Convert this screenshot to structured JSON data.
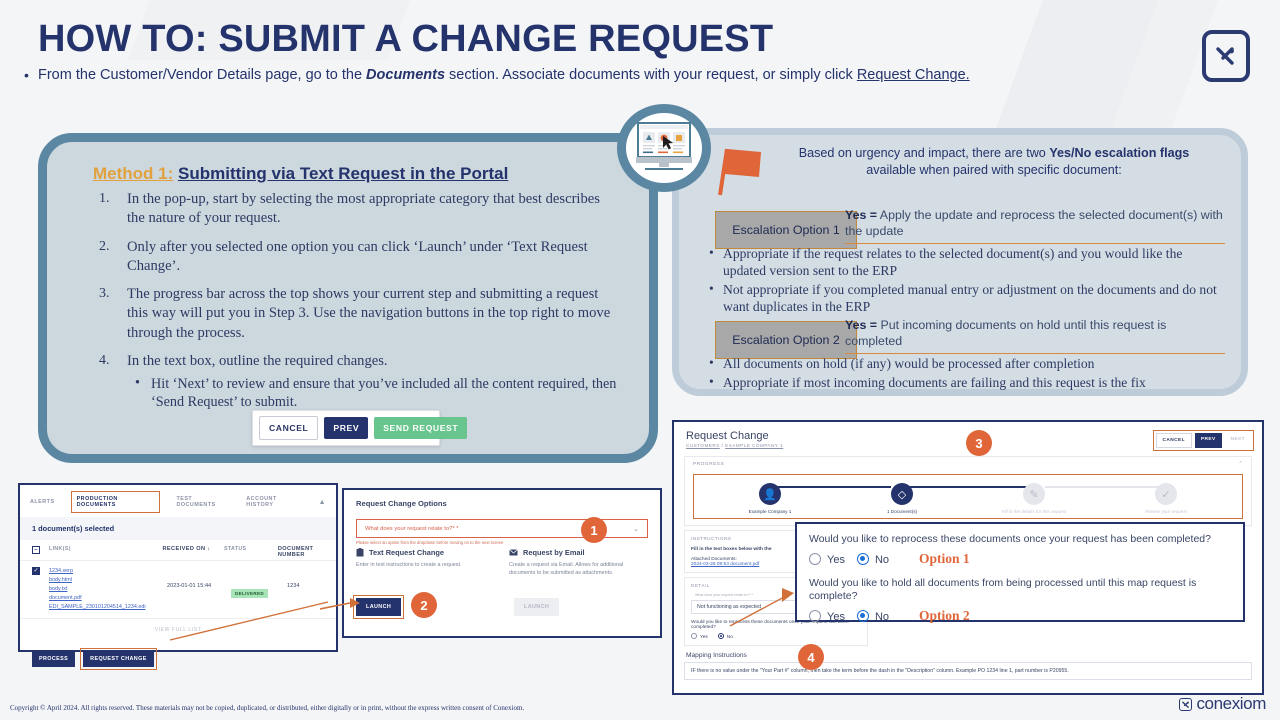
{
  "header": {
    "title": "HOW TO: SUBMIT A CHANGE REQUEST",
    "lede_part1": "From the Customer/Vendor Details page, go to the ",
    "lede_doc": "Documents",
    "lede_part2": " section. Associate documents with your request, or simply click ",
    "lede_link": "Request Change.",
    "logo_icon": "conexiom-x-icon"
  },
  "method": {
    "label": "Method 1:",
    "title": "Submitting via Text Request in the Portal",
    "steps": [
      "In the pop-up, start by selecting the most appropriate category that best describes the nature of your request.",
      "Only after you selected one option you can click ‘Launch’ under ‘Text Request Change’.",
      "The progress bar across the top shows your current step and submitting a request this way will put you in Step 3. Use the navigation buttons in the top right to move through the process.",
      "In the text box, outline the required changes."
    ],
    "substep": "Hit ‘Next’ to review and ensure that you’ve included all the content required, then ‘Send Request’ to submit."
  },
  "escalation": {
    "intro_a": "Based on urgency and impact, there are two ",
    "intro_b": "Yes/No escalation flags",
    "intro_c": " available when paired with specific document:",
    "flag_icon": "orange-flag-icon",
    "option1": {
      "box_label": "Escalation Option 1",
      "def_bold": "Yes =",
      "def_text": " Apply the update and reprocess the selected document(s) with the update",
      "bullets": [
        "Appropriate if the request relates to the selected document(s) and you would like the updated version sent to the ERP",
        "Not appropriate if you completed manual entry or adjustment on the documents and do not want duplicates in the ERP"
      ]
    },
    "option2": {
      "box_label": "Escalation Option 2",
      "def_bold": "Yes =",
      "def_text": " Put incoming documents on hold until this request is completed",
      "bullets": [
        "All documents on hold (if any) would be processed after completion",
        "Appropriate if most incoming documents are failing and this request is the fix"
      ]
    }
  },
  "nav_buttons": {
    "cancel": "CANCEL",
    "prev": "PREV",
    "send": "SEND REQUEST"
  },
  "docs_screenshot": {
    "tabs": [
      "ALERTS",
      "PRODUCTION DOCUMENTS",
      "TEST DOCUMENTS",
      "ACCOUNT HISTORY"
    ],
    "active_tab": "PRODUCTION DOCUMENTS",
    "collapse_icon": "chevron-up-icon",
    "selected_text": "1 document(s) selected",
    "columns": [
      "LINK(S)",
      "RECEIVED ON",
      "STATUS",
      "DOCUMENT NUMBER"
    ],
    "sort_icon": "sort-down-icon",
    "row": {
      "links": [
        "1234.xerp",
        "body.html",
        "body.txt",
        "document.pdf",
        "EDI_SAMPLE_230101204514_1234.edi"
      ],
      "received_on": "2023-01-01 15:44",
      "status": "DELIVERED",
      "document_number": "1234"
    },
    "view_full_list": "VIEW FULL LIST",
    "buttons": [
      "PROCESS",
      "REQUEST CHANGE"
    ]
  },
  "options_screenshot": {
    "title": "Request Change Options",
    "dropdown_value": "What does your request relate to?* *",
    "dropdown_caret": "chevron-down-icon",
    "dropdown_error": "Please select an option from the dropdown before moving on to the next screen",
    "left": {
      "icon": "clipboard-icon",
      "heading": "Text Request Change",
      "desc": "Enter in text instructions to create a request.",
      "button": "LAUNCH"
    },
    "right": {
      "icon": "envelope-icon",
      "heading": "Request by Email",
      "desc": "Create a request via Email. Allows for additional documents to be submitted as attachments.",
      "button": "LAUNCH"
    }
  },
  "request_screenshot": {
    "title": "Request Change",
    "breadcrumb_root": "CUSTOMERS",
    "breadcrumb_sep": " / ",
    "breadcrumb_leaf": "EXAMPLE COMPANY 1",
    "buttons": {
      "cancel": "CANCEL",
      "prev": "PREV",
      "next": "NEXT"
    },
    "progress_label": "PROGRESS",
    "collapse_icon": "chevron-up-icon",
    "steps": [
      {
        "icon": "user-icon",
        "caption": "Example Company 1",
        "state": "done"
      },
      {
        "icon": "layers-icon",
        "caption": "1 Document(s)",
        "state": "done"
      },
      {
        "icon": "pencil-icon",
        "caption": "Fill in the details for this request",
        "state": "pending"
      },
      {
        "icon": "check-icon",
        "caption": "Review your request",
        "state": "pending"
      }
    ],
    "instructions": {
      "header": "INSTRUCTIONS",
      "body": "Fill in the text boxes below with the",
      "attached_label": "Attached Documents:",
      "attached_file": "2024-03-26 09:53 document.pdf"
    },
    "detail": {
      "header": "DETAIL",
      "select_label": "What does your request relate to?* *",
      "select_value": "Not functioning as expected",
      "select_caret": "chevron-down-icon",
      "question": "Would you like to reprocess these documents once your request has been completed?",
      "yes": "Yes",
      "no": "No",
      "selected": "No"
    },
    "mapping": {
      "heading": "Mapping Instructions",
      "text": "IF there is no value under the \"Your Part #\" column, then take the term before the dash in the \"Description\" column. Example PO 1234 line 1, part number is P20955."
    }
  },
  "callout": {
    "q1": "Would you like to reprocess these documents once your request has been completed?",
    "q1_yes": "Yes",
    "q1_no": "No",
    "q1_selected": "No",
    "q1_badge": "Option 1",
    "q2": "Would you like to hold all documents from being processed until this map request is complete?",
    "q2_yes": "Yes",
    "q2_no": "No",
    "q2_selected": "No",
    "q2_badge": "Option 2"
  },
  "badges": {
    "one": "1",
    "two": "2",
    "three": "3",
    "four": "4"
  },
  "footer": {
    "copyright": "Copyright © April 2024. All rights reserved. These materials may not be copied, duplicated, or distributed, either digitally or in print, without the express written consent of Conexiom.",
    "brand": "conexiom",
    "brand_icon": "conexiom-x-icon"
  },
  "colors": {
    "navy": "#24336b",
    "orange": "#e0663a",
    "steel": "#5b87a3",
    "panel": "#ccd7de",
    "green": "#69c58e"
  }
}
